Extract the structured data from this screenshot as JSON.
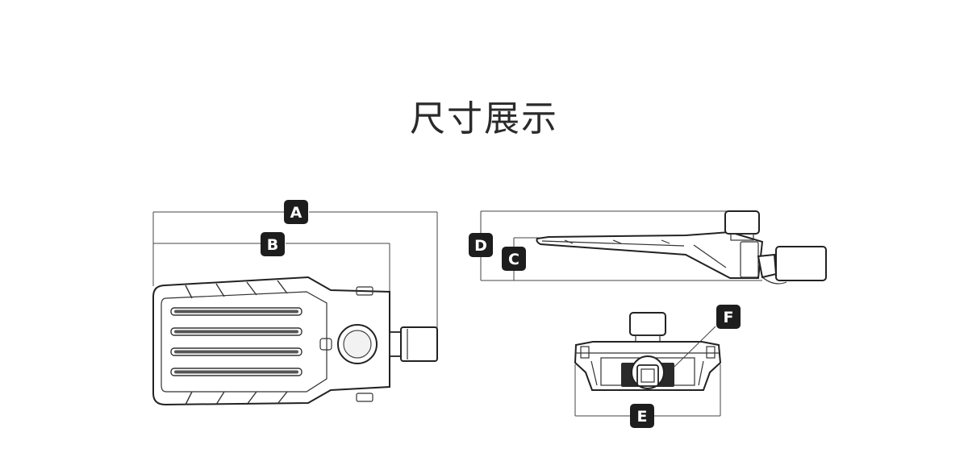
{
  "title": "尺寸展示",
  "labels": {
    "a": "A",
    "b": "B",
    "c": "C",
    "d": "D",
    "e": "E",
    "f": "F"
  },
  "colors": {
    "badge": "#1d1d1d",
    "line": "#222222",
    "title": "#2a2a2a"
  }
}
